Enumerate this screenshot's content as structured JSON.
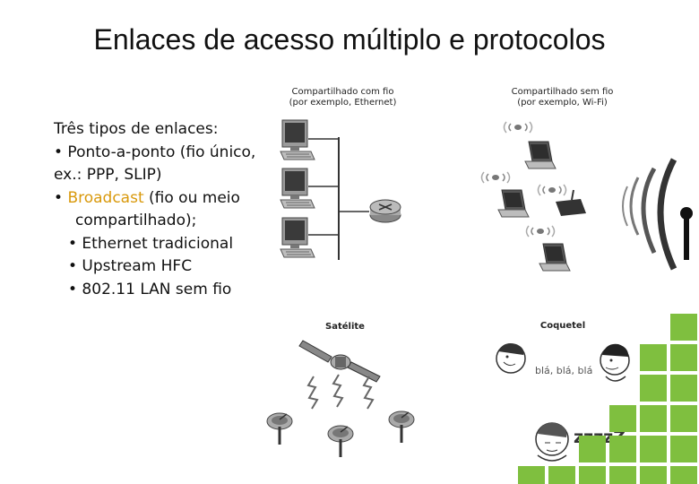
{
  "slide": {
    "title": "Enlaces de acesso múltiplo e protocolos",
    "intro": "Três tipos de enlaces:",
    "bullets": {
      "p2p_line1": "• Ponto-a-ponto (fio único,",
      "p2p_line2": "ex.: PPP, SLIP)",
      "broadcast_prefix": "• ",
      "broadcast_word": "Broadcast",
      "broadcast_rest": " (fio ou meio",
      "broadcast_line2": "compartilhado);",
      "sub1": "• Ethernet tradicional",
      "sub2": "• Upstream HFC",
      "sub3": "• 802.11 LAN sem fio"
    },
    "highlight_color": "#d9990c"
  },
  "diagram": {
    "wired": {
      "title": "Compartilhado com fio",
      "subtitle": "(por exemplo, Ethernet)"
    },
    "wireless": {
      "title": "Compartilhado sem fio",
      "subtitle": "(por exemplo, Wi-Fi)"
    },
    "satellite": {
      "title": "Satélite"
    },
    "cocktail": {
      "title": "Coquetel",
      "chatter": "blá, blá, blá",
      "sleep": "zzzzZ"
    }
  }
}
